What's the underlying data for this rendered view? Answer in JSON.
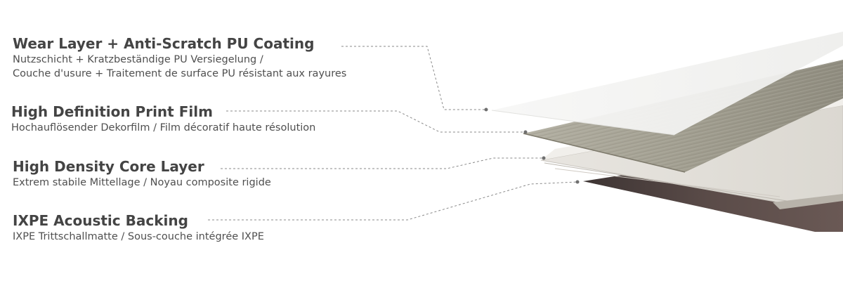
{
  "layers": [
    {
      "title": "Wear Layer + Anti-Scratch PU Coating",
      "subtitle_lines": [
        "Nutzschicht + Kratzbeständige PU Versiegelung /",
        "Couche d'usure + Traitement de surface PU résistant aux rayures"
      ]
    },
    {
      "title": "High Definition Print Film",
      "subtitle_lines": [
        "Hochauflösender Dekorfilm / Film décoratif haute résolution"
      ]
    },
    {
      "title": "High Density Core Layer",
      "subtitle_lines": [
        "Extrem stabile Mittellage / Noyau composite rigide"
      ]
    },
    {
      "title": "IXPE Acoustic Backing",
      "subtitle_lines": [
        "IXPE Trittschallmatte / Sous-couche intégrée IXPE"
      ]
    }
  ],
  "colors": {
    "title_text": "#444444",
    "subtitle_text": "#4f4f4f",
    "leader_line": "#8a8a8a",
    "wear_layer": "#f2f2f0",
    "print_film": "#a5a293",
    "core_layer": "#e3e0da",
    "backing": "#584a47"
  }
}
